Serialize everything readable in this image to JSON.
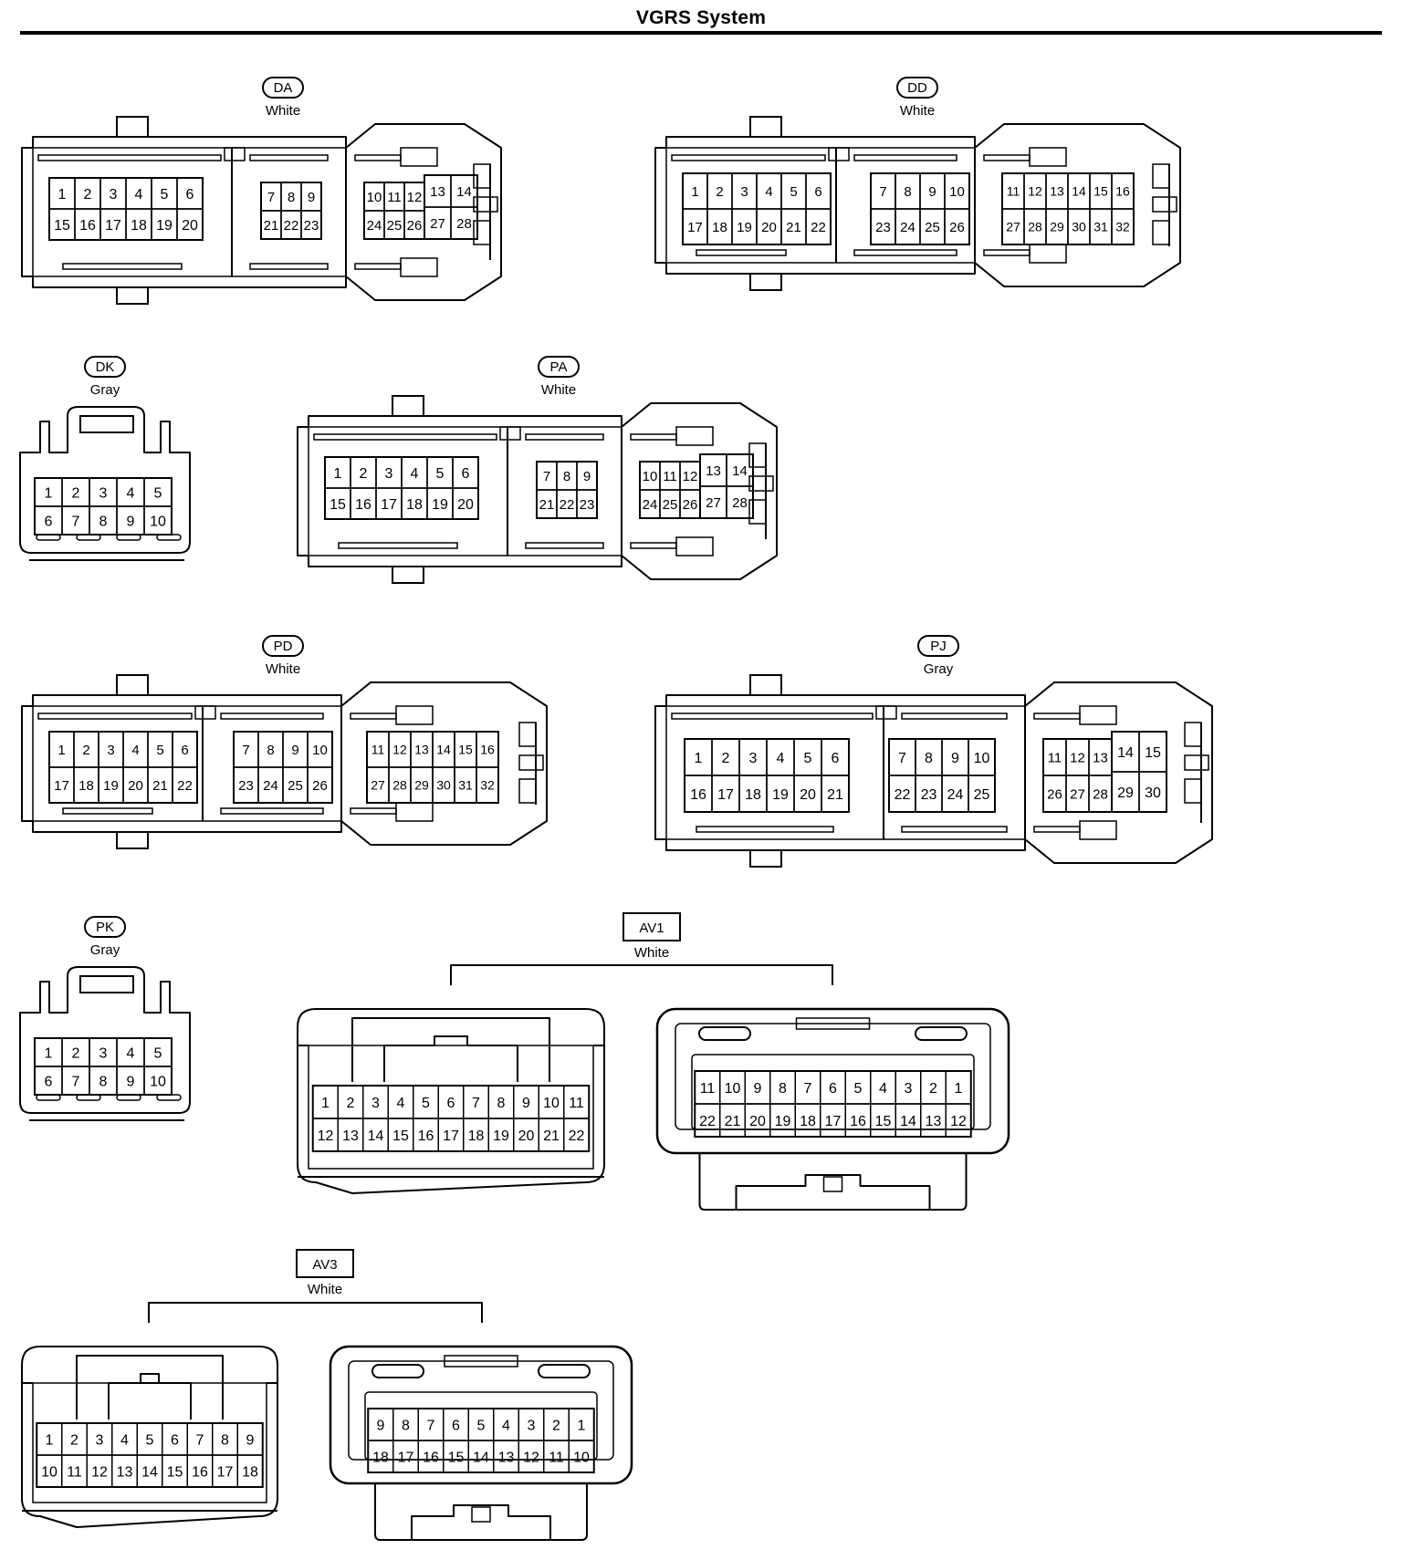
{
  "title": "VGRS System",
  "connectors": [
    {
      "code": "DA",
      "color": "White",
      "blocks": [
        {
          "rows": [
            [
              "1",
              "2",
              "3",
              "4",
              "5",
              "6"
            ],
            [
              "15",
              "16",
              "17",
              "18",
              "19",
              "20"
            ]
          ]
        },
        {
          "rows": [
            [
              "7",
              "8",
              "9"
            ],
            [
              "21",
              "22",
              "23"
            ]
          ]
        },
        {
          "rows": [
            [
              "10",
              "11",
              "12"
            ],
            [
              "24",
              "25",
              "26"
            ]
          ],
          "tall": [
            "13",
            "14",
            "27",
            "28"
          ]
        }
      ]
    },
    {
      "code": "DD",
      "color": "White",
      "blocks": [
        {
          "rows": [
            [
              "1",
              "2",
              "3",
              "4",
              "5",
              "6"
            ],
            [
              "17",
              "18",
              "19",
              "20",
              "21",
              "22"
            ]
          ]
        },
        {
          "rows": [
            [
              "7",
              "8",
              "9",
              "10"
            ],
            [
              "23",
              "24",
              "25",
              "26"
            ]
          ]
        },
        {
          "rows": [
            [
              "11",
              "12",
              "13",
              "14",
              "15",
              "16"
            ],
            [
              "27",
              "28",
              "29",
              "30",
              "31",
              "32"
            ]
          ]
        }
      ]
    },
    {
      "code": "DK",
      "color": "Gray",
      "blocks": [
        {
          "rows": [
            [
              "1",
              "2",
              "3",
              "4",
              "5"
            ],
            [
              "6",
              "7",
              "8",
              "9",
              "10"
            ]
          ]
        }
      ]
    },
    {
      "code": "PA",
      "color": "White",
      "blocks": [
        {
          "rows": [
            [
              "1",
              "2",
              "3",
              "4",
              "5",
              "6"
            ],
            [
              "15",
              "16",
              "17",
              "18",
              "19",
              "20"
            ]
          ]
        },
        {
          "rows": [
            [
              "7",
              "8",
              "9"
            ],
            [
              "21",
              "22",
              "23"
            ]
          ]
        },
        {
          "rows": [
            [
              "10",
              "11",
              "12"
            ],
            [
              "24",
              "25",
              "26"
            ]
          ],
          "tall": [
            "13",
            "14",
            "27",
            "28"
          ]
        }
      ]
    },
    {
      "code": "PD",
      "color": "White",
      "blocks": [
        {
          "rows": [
            [
              "1",
              "2",
              "3",
              "4",
              "5",
              "6"
            ],
            [
              "17",
              "18",
              "19",
              "20",
              "21",
              "22"
            ]
          ]
        },
        {
          "rows": [
            [
              "7",
              "8",
              "9",
              "10"
            ],
            [
              "23",
              "24",
              "25",
              "26"
            ]
          ]
        },
        {
          "rows": [
            [
              "11",
              "12",
              "13",
              "14",
              "15",
              "16"
            ],
            [
              "27",
              "28",
              "29",
              "30",
              "31",
              "32"
            ]
          ]
        }
      ]
    },
    {
      "code": "PJ",
      "color": "Gray",
      "blocks": [
        {
          "rows": [
            [
              "1",
              "2",
              "3",
              "4",
              "5",
              "6"
            ],
            [
              "16",
              "17",
              "18",
              "19",
              "20",
              "21"
            ]
          ]
        },
        {
          "rows": [
            [
              "7",
              "8",
              "9",
              "10"
            ],
            [
              "22",
              "23",
              "24",
              "25"
            ]
          ]
        },
        {
          "rows": [
            [
              "11",
              "12",
              "13"
            ],
            [
              "26",
              "27",
              "28"
            ]
          ],
          "tall": [
            "14",
            "15",
            "29",
            "30"
          ]
        }
      ]
    },
    {
      "code": "PK",
      "color": "Gray",
      "blocks": [
        {
          "rows": [
            [
              "1",
              "2",
              "3",
              "4",
              "5"
            ],
            [
              "6",
              "7",
              "8",
              "9",
              "10"
            ]
          ]
        }
      ]
    },
    {
      "code": "AV1",
      "color": "White",
      "halves": [
        {
          "rows": [
            [
              "1",
              "2",
              "3",
              "4",
              "5",
              "6",
              "7",
              "8",
              "9",
              "10",
              "11"
            ],
            [
              "12",
              "13",
              "14",
              "15",
              "16",
              "17",
              "18",
              "19",
              "20",
              "21",
              "22"
            ]
          ]
        },
        {
          "rows": [
            [
              "11",
              "10",
              "9",
              "8",
              "7",
              "6",
              "5",
              "4",
              "3",
              "2",
              "1"
            ],
            [
              "22",
              "21",
              "20",
              "19",
              "18",
              "17",
              "16",
              "15",
              "14",
              "13",
              "12"
            ]
          ]
        }
      ]
    },
    {
      "code": "AV3",
      "color": "White",
      "halves": [
        {
          "rows": [
            [
              "1",
              "2",
              "3",
              "4",
              "5",
              "6",
              "7",
              "8",
              "9"
            ],
            [
              "10",
              "11",
              "12",
              "13",
              "14",
              "15",
              "16",
              "17",
              "18"
            ]
          ]
        },
        {
          "rows": [
            [
              "9",
              "8",
              "7",
              "6",
              "5",
              "4",
              "3",
              "2",
              "1"
            ],
            [
              "18",
              "17",
              "16",
              "15",
              "14",
              "13",
              "12",
              "11",
              "10"
            ]
          ]
        }
      ]
    }
  ]
}
